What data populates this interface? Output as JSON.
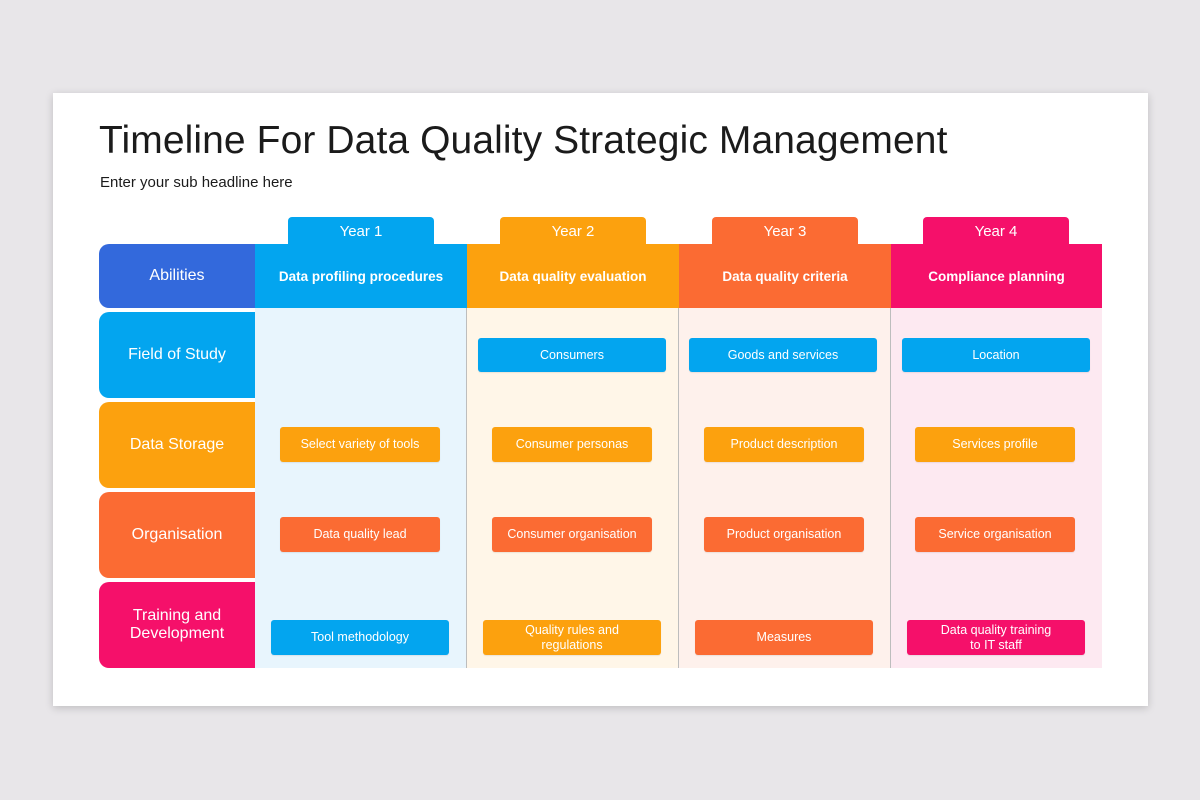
{
  "title": "Timeline For Data Quality Strategic Management",
  "subtitle": "Enter your sub headline here",
  "colors": {
    "blue": "#03a5ef",
    "royal": "#3369dc",
    "orange": "#fca10e",
    "coral": "#fb6b33",
    "pink": "#f5106a",
    "tint_blue": "#e8f5fd",
    "tint_orange": "#fff6e8",
    "tint_coral": "#fef1ec",
    "tint_pink": "#fde9f1"
  },
  "header_label": "Abilities",
  "years": [
    {
      "label": "Year 1",
      "heading": "Data profiling procedures"
    },
    {
      "label": "Year 2",
      "heading": "Data quality evaluation"
    },
    {
      "label": "Year 3",
      "heading": "Data quality criteria"
    },
    {
      "label": "Year 4",
      "heading": "Compliance planning"
    }
  ],
  "rows": [
    {
      "label": "Field of Study",
      "cells": [
        "",
        "Consumers",
        "Goods and services",
        "Location"
      ]
    },
    {
      "label": "Data Storage",
      "cells": [
        "Select variety of tools",
        "Consumer personas",
        "Product description",
        "Services profile"
      ]
    },
    {
      "label": "Organisation",
      "cells": [
        "Data quality lead",
        "Consumer organisation",
        "Product organisation",
        "Service organisation"
      ]
    },
    {
      "label": "Training and Development",
      "cells": [
        "Tool methodology",
        "Quality rules and regulations",
        "Measures",
        "Data quality training to IT staff"
      ]
    }
  ],
  "training_lines": {
    "label": [
      "Training and",
      "Development"
    ],
    "year2": [
      "Quality rules and",
      "regulations"
    ],
    "year4": [
      "Data quality training",
      "to IT staff"
    ]
  }
}
